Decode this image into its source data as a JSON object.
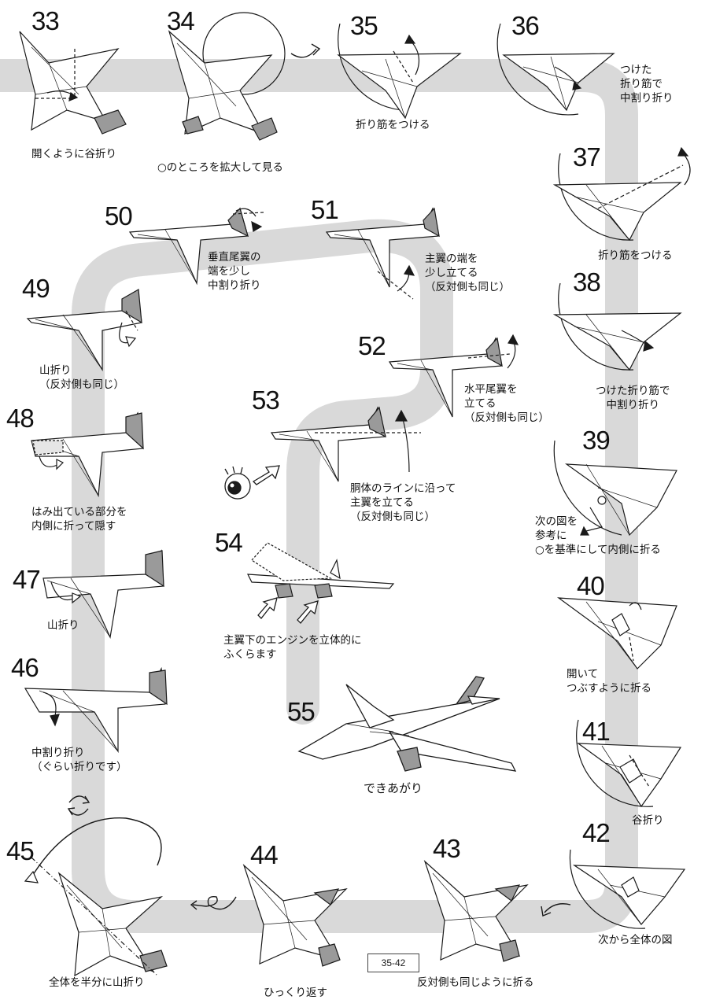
{
  "steps": [
    {
      "n": "33",
      "caption": "開くように谷折り"
    },
    {
      "n": "34",
      "caption": "○のところを拡大して見る"
    },
    {
      "n": "35",
      "caption": "折り筋をつける"
    },
    {
      "n": "36",
      "caption": "つけた\n折り筋で\n中割り折り"
    },
    {
      "n": "37",
      "caption": "折り筋をつける"
    },
    {
      "n": "38",
      "caption": "つけた折り筋で\n中割り折り"
    },
    {
      "n": "39",
      "caption": "次の図を\n参考に\n○を基準にして内側に折る"
    },
    {
      "n": "40",
      "caption": "開いて\nつぶすように折る"
    },
    {
      "n": "41",
      "caption": "谷折り"
    },
    {
      "n": "42",
      "caption": "次から全体の図"
    },
    {
      "n": "43",
      "caption": "反対側も同じように折る"
    },
    {
      "n": "44",
      "caption": "ひっくり返す"
    },
    {
      "n": "45",
      "caption": "全体を半分に山折り"
    },
    {
      "n": "46",
      "caption": "中割り折り\n（ぐらい折りです）"
    },
    {
      "n": "47",
      "caption": "山折り"
    },
    {
      "n": "48",
      "caption": "はみ出ている部分を\n内側に折って隠す"
    },
    {
      "n": "49",
      "caption": "山折り\n（反対側も同じ）"
    },
    {
      "n": "50",
      "caption": "垂直尾翼の\n端を少し\n中割り折り"
    },
    {
      "n": "51",
      "caption": "主翼の端を\n少し立てる\n（反対側も同じ）"
    },
    {
      "n": "52",
      "caption": "水平尾翼を\n立てる\n（反対側も同じ）"
    },
    {
      "n": "53",
      "caption": "胴体のラインに沿って\n主翼を立てる\n（反対側も同じ）"
    },
    {
      "n": "54",
      "caption": "主翼下のエンジンを立体的に\nふくらます"
    },
    {
      "n": "55",
      "caption": "できあがり"
    }
  ],
  "page_label": "35-42",
  "colors": {
    "path": "#d8d8d8",
    "ink": "#1a1a1a",
    "shade": "#9a9a9a",
    "paper": "#ffffff"
  }
}
